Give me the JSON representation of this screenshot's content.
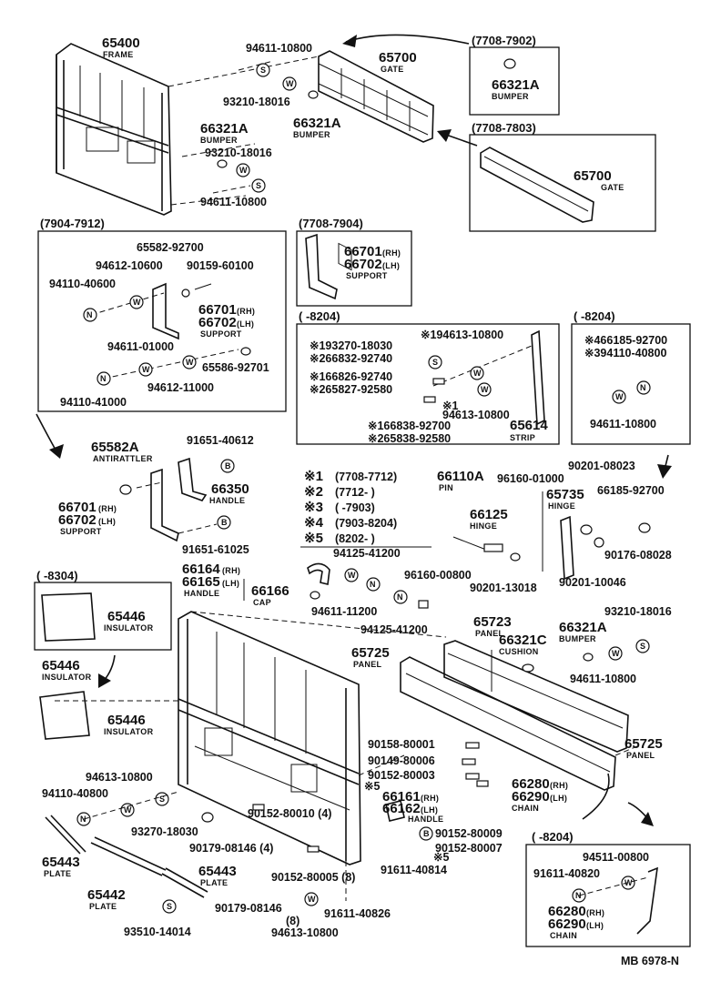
{
  "parts": {
    "p65400": "65400",
    "frame": "FRAME",
    "p94611a": "94611-10800",
    "p65700a": "65700",
    "gate": "GATE",
    "p93210a": "93210-18016",
    "p66321a": "66321A",
    "bumper": "BUMPER",
    "p66321b": "66321A",
    "p66321c": "66321A",
    "p93210b": "93210-18016",
    "p94611b": "94611-10800",
    "p65700b": "65700",
    "p65582n": "65582-92700",
    "p94612a": "94612-10600",
    "p90159": "90159-60100",
    "p94110a": "94110-40600",
    "p66701": "66701",
    "rh": "(RH)",
    "p66702": "66702",
    "lh": "(LH)",
    "support": "SUPPORT",
    "p94611c": "94611-01000",
    "p65586": "65586-92701",
    "p94110b": "94110-41000",
    "p94612b": "94612-11000",
    "s194613": "※194613-10800",
    "s193270": "※193270-18030",
    "s266832": "※266832-92740",
    "s166826": "※166826-92740",
    "s265827": "※265827-92580",
    "s1": "※1",
    "p94613a": "94613-10800",
    "s166838": "※166838-92700",
    "s265838": "※265838-92580",
    "p65614": "65614",
    "strip": "STRIP",
    "s466185": "※466185-92700",
    "s394110": "※394110-40800",
    "p94611d": "94611-10800",
    "p65582a": "65582A",
    "antirattler": "ANTIRATTLER",
    "p91651a": "91651-40612",
    "p66350": "66350",
    "handle": "HANDLE",
    "p91651b": "91651-61025",
    "p66110a": "66110A",
    "pin": "PIN",
    "p96160a": "96160-01000",
    "p65735": "65735",
    "hinge": "HINGE",
    "p90201a": "90201-08023",
    "p66185": "66185-92700",
    "p66125": "66125",
    "p90176": "90176-08028",
    "p90201b": "90201-13018",
    "p90201c": "90201-10046",
    "p94125a": "94125-41200",
    "p66164": "66164",
    "p66165": "66165",
    "p66166": "66166",
    "cap": "CAP",
    "p96160b": "96160-00800",
    "p94611e": "94611-11200",
    "p94125b": "94125-41200",
    "p65446a": "65446",
    "insulator": "INSULATOR",
    "p65723": "65723",
    "panel": "PANEL",
    "p65725a": "65725",
    "p66321d": "66321C",
    "cushion": "CUSHION",
    "p66321e": "66321A",
    "p93210c": "93210-18016",
    "p94611f": "94611-10800",
    "p65446b": "65446",
    "p65446c": "65446",
    "p90158": "90158-80001",
    "p90149": "90149-80006",
    "p90152a": "90152-80003",
    "p65725b": "65725",
    "p94613b": "94613-10800",
    "s5a": "※5",
    "p94110c": "94110-40800",
    "p66161": "66161",
    "p66162": "66162",
    "p66280a": "66280",
    "p66290a": "66290",
    "chain": "CHAIN",
    "p93270": "93270-18030",
    "p90152b": "90152-80010 (4)",
    "p90179a": "90179-08146 (4)",
    "p90152c": "90152-80009",
    "p90152d": "90152-80007",
    "s5b": "※5",
    "p65443a": "65443",
    "plate": "PLATE",
    "p65443b": "65443",
    "p65442": "65442",
    "p90152e": "90152-80005 (8)",
    "p91611a": "91611-40814",
    "p90179b": "90179-08146",
    "p91611b": "91611-40826",
    "n8": "(8)",
    "p94613c": "94613-10800",
    "p93510": "93510-14014",
    "p94511": "94511-00800",
    "p91611c": "91611-40820",
    "p66280b": "66280",
    "p66290b": "66290"
  },
  "ranges": {
    "r7708_7902": "(7708-7902)",
    "r7708_7803": "(7708-7803)",
    "r7904_7912": "(7904-7912)",
    "r7708_7904": "(7708-7904)",
    "r8204a": "(    -8204)",
    "r8204b": "(    -8204)",
    "r8304": "(    -8304)",
    "r8204c": "(    -8204)"
  },
  "legend": [
    {
      "mark": "※1",
      "range": "(7708-7712)"
    },
    {
      "mark": "※2",
      "range": "(7712-      )"
    },
    {
      "mark": "※3",
      "range": "(      -7903)"
    },
    {
      "mark": "※4",
      "range": "(7903-8204)"
    },
    {
      "mark": "※5",
      "range": "(8202-      )"
    }
  ],
  "washers": {
    "s": "S",
    "w": "W",
    "n": "N",
    "b": "B"
  },
  "footer": {
    "code": "MB 6978-N"
  }
}
